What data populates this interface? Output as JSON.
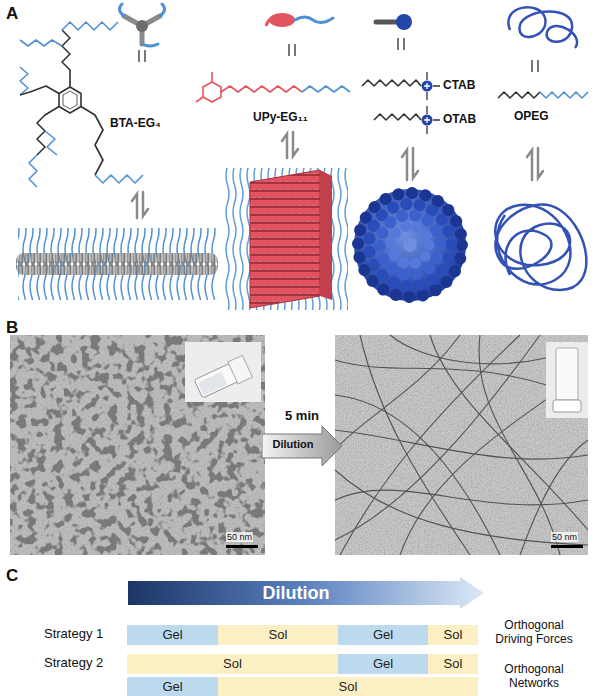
{
  "diagram": {
    "nodes": [
      {
        "text": [
          "5 min",
          "Dilution"
        ]
      },
      {
        "text": [
          "Dilution"
        ]
      },
      {
        "text": [
          "Gel"
        ]
      },
      {
        "text": [
          "Sol"
        ]
      },
      {
        "text": [
          "Gel"
        ]
      },
      {
        "text": [
          "Sol"
        ]
      },
      {
        "text": [
          "Sol"
        ]
      },
      {
        "text": [
          "Gel"
        ]
      },
      {
        "text": [
          "Sol"
        ]
      },
      {
        "text": [
          "Gel"
        ]
      },
      {
        "text": [
          "Sol"
        ]
      }
    ],
    "labels": [
      "A",
      "BTA-EG₄",
      "UPy-EG₁₁",
      "CTAB",
      "OTAB",
      "OPEG",
      "B",
      "50 nm",
      "50 nm",
      "C",
      "Strategy 1",
      "Orthogonal Driving Forces",
      "Strategy 2",
      "Orthogonal Networks"
    ]
  }
}
